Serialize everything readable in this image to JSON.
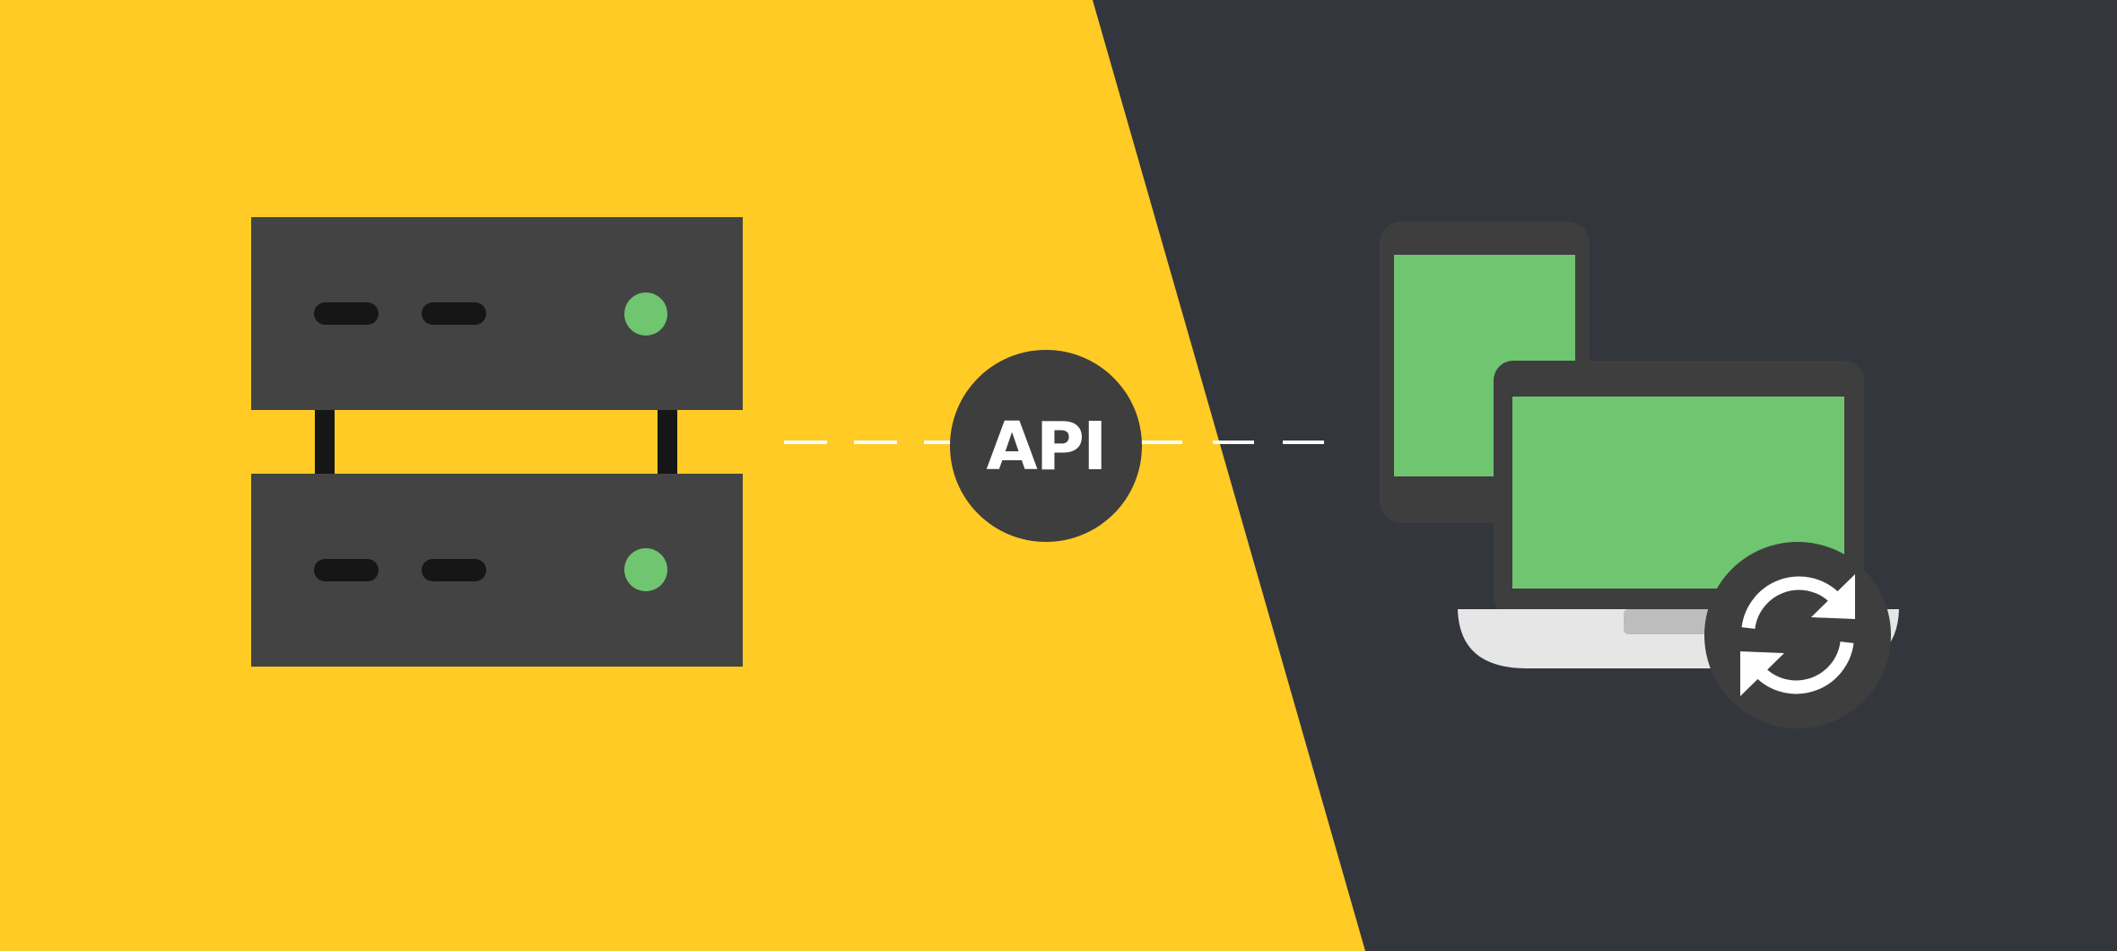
{
  "diagram": {
    "connector_label": "API",
    "nodes": [
      {
        "id": "server",
        "icon": "server-stack-icon"
      },
      {
        "id": "clients",
        "icon": "devices-icon",
        "badge_icon": "sync-icon"
      }
    ]
  },
  "colors": {
    "left_background": "#FFCB24",
    "right_background": "#33363D",
    "server_body": "#434343",
    "server_slot": "#161616",
    "status_led": "#6FC570",
    "device_frame": "#3E3E3E",
    "device_screen": "#6FC570",
    "laptop_base": "#E6E6E6",
    "laptop_notch": "#BDBDBD",
    "sync_badge": "#3E3E3E",
    "sync_arrows": "#FFFFFF",
    "connector_line": "#FFFFFF",
    "api_badge": "#3E3E3E",
    "api_text": "#FFFFFF"
  }
}
